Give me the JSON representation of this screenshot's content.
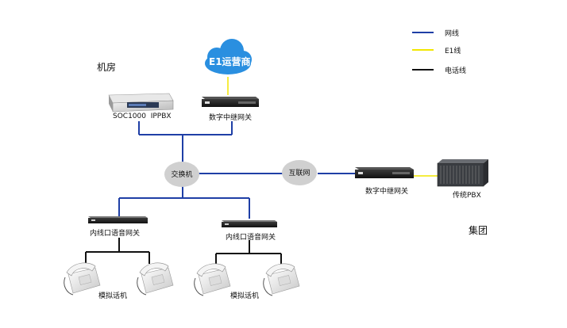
{
  "legend": {
    "items": [
      {
        "label": "网线",
        "color": "#1f3fa6"
      },
      {
        "label": "E1线",
        "color": "#f2e600"
      },
      {
        "label": "电话线",
        "color": "#111111"
      }
    ]
  },
  "areas": {
    "server_room": "机房",
    "group": "集团"
  },
  "devices": {
    "carrier": "E1运营商",
    "ippbx": "SOC1000  IPPBX",
    "trunk_gateway_top": "数字中继网关",
    "switch": "交换机",
    "internet": "互联网",
    "trunk_gateway_right": "数字中继网关",
    "legacy_pbx": "传统PBX",
    "fxs_gateway_left": "内线口语音网关",
    "fxs_gateway_right": "内线口语音网关",
    "phones_left": "模拟话机",
    "phones_right": "模拟话机"
  },
  "colors": {
    "network": "#1f3fa6",
    "e1": "#f2e600",
    "phone": "#111111",
    "cloud": "#2a8fe0",
    "bubble": "#d0d0d0"
  }
}
